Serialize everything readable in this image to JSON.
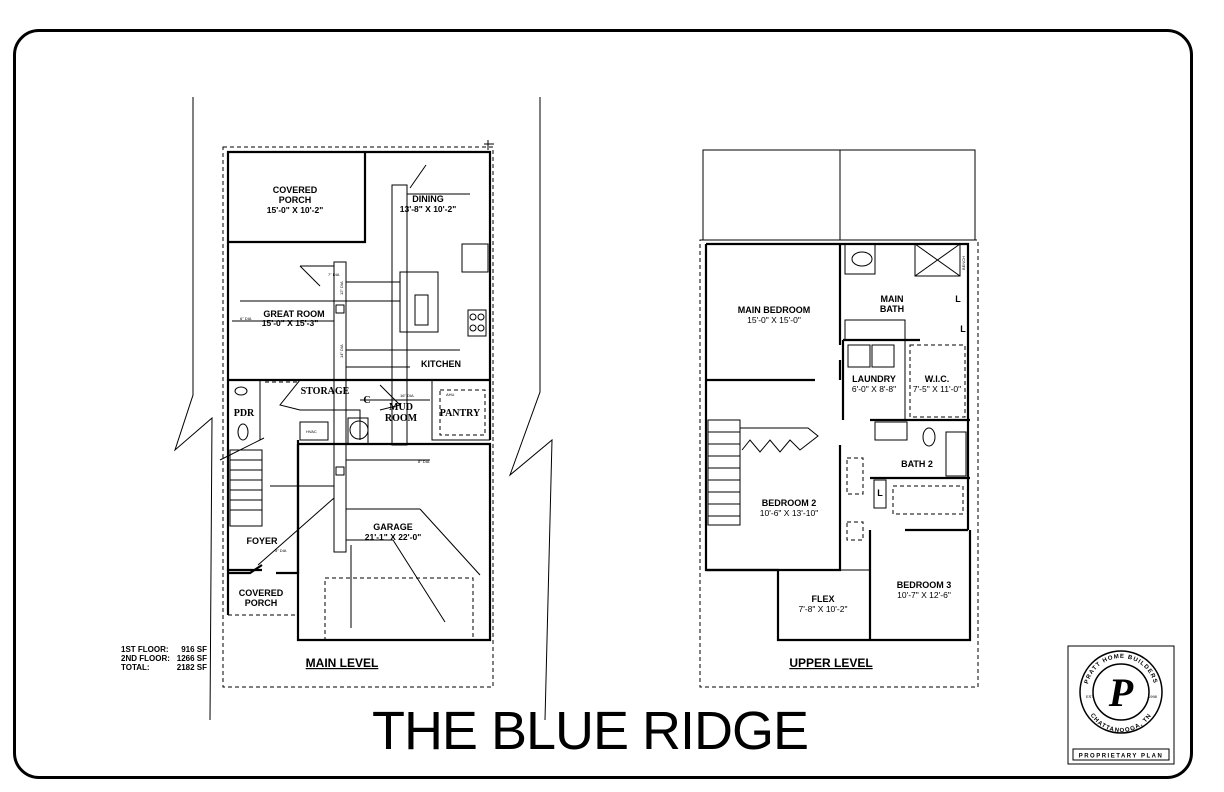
{
  "title": "THE BLUE RIDGE",
  "main_level": {
    "label": "MAIN LEVEL",
    "rooms": {
      "covered_porch_rear": {
        "name_line1": "COVERED",
        "name_line2": "PORCH",
        "size": "15'-0\" X 10'-2\""
      },
      "dining": {
        "name": "DINING",
        "size": "13'-8\" X 10'-2\""
      },
      "great_room": {
        "name": "GREAT ROOM",
        "size": "15'-0\" X 15'-3\""
      },
      "kitchen": {
        "name": "KITCHEN"
      },
      "storage": {
        "name": "STORAGE"
      },
      "mud_room": {
        "name_line1": "MUD",
        "name_line2": "ROOM"
      },
      "pantry": {
        "name": "PANTRY"
      },
      "pdr": {
        "name": "PDR"
      },
      "closet": {
        "name": "C"
      },
      "ahu": {
        "name": "AHU"
      },
      "hvac": {
        "name": "HVAC"
      },
      "foyer": {
        "name": "FOYER"
      },
      "covered_porch_front": {
        "name_line1": "COVERED",
        "name_line2": "PORCH"
      },
      "garage": {
        "name": "GARAGE",
        "size": "21'-1\" X 22'-0\""
      }
    },
    "duct_labels": {
      "d12": "12\" DIA",
      "d14": "14\" DIA",
      "d16": "16\" DIA",
      "d7": "7\" DIA",
      "d6": "6\" DIA",
      "d5": "5\" DIA",
      "d8": "8\" DIA"
    }
  },
  "upper_level": {
    "label": "UPPER LEVEL",
    "rooms": {
      "main_bedroom": {
        "name": "MAIN BEDROOM",
        "size": "15'-0\" X 15'-0\""
      },
      "main_bath": {
        "name_line1": "MAIN",
        "name_line2": "BATH"
      },
      "bench": {
        "name": "BENCH"
      },
      "laundry": {
        "name": "LAUNDRY",
        "size": "6'-0\" X 8'-8\""
      },
      "wic": {
        "name": "W.I.C.",
        "size": "7'-5\" X 11'-0\""
      },
      "bath_2": {
        "name": "BATH 2"
      },
      "linen": {
        "name": "L"
      },
      "bedroom_2": {
        "name": "BEDROOM 2",
        "size": "10'-6\" X 13'-10\""
      },
      "flex": {
        "name": "FLEX",
        "size": "7'-8\" X 10'-2\""
      },
      "bedroom_3": {
        "name": "BEDROOM 3",
        "size": "10'-7\" X 12'-6\""
      }
    }
  },
  "square_footage": {
    "first_floor_label": "1ST FLOOR:",
    "first_floor_value": "916 SF",
    "second_floor_label": "2ND FLOOR:",
    "second_floor_value": "1266 SF",
    "total_label": "TOTAL:",
    "total_value": "2182 SF"
  },
  "logo": {
    "company": "PRATT HOME BUILDERS",
    "monogram": "P",
    "est_label": "EST.",
    "est_year": "1998",
    "location": "CHATTANOOGA, TN",
    "footer": "PROPRIETARY PLAN"
  }
}
